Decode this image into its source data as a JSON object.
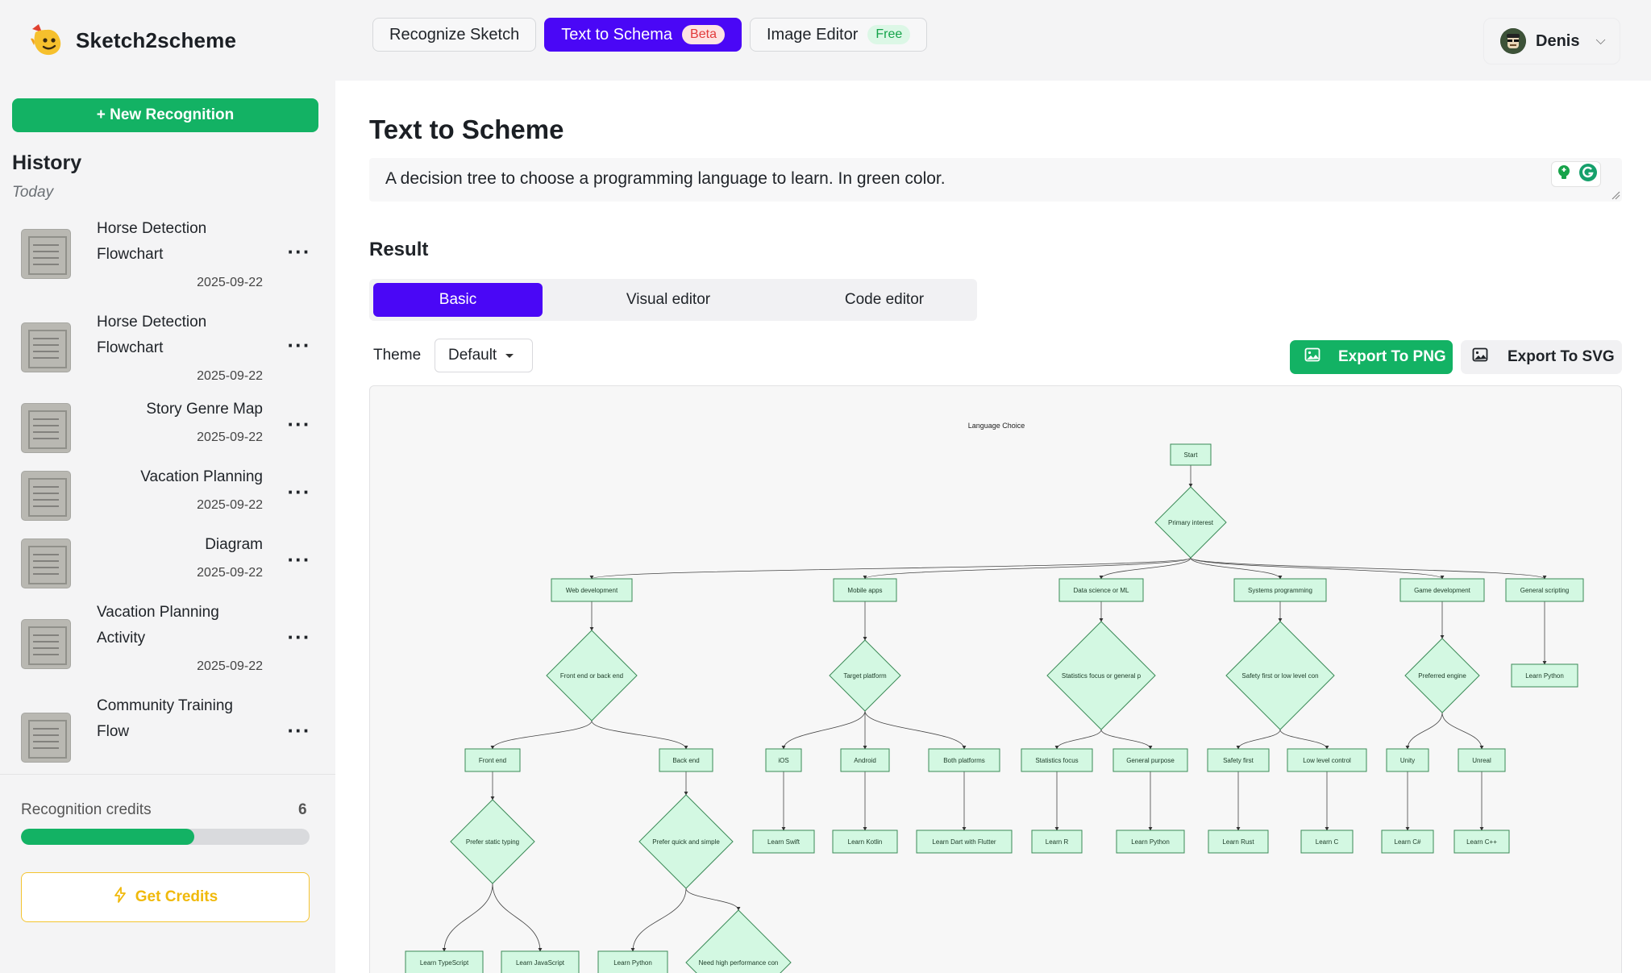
{
  "brand": {
    "name": "Sketch2scheme"
  },
  "nav": {
    "recognize": "Recognize Sketch",
    "text_to_schema": "Text to Schema",
    "beta": "Beta",
    "image_editor": "Image Editor",
    "free": "Free"
  },
  "user": {
    "name": "Denis"
  },
  "sidebar": {
    "new_button": "+ New Recognition",
    "history_title": "History",
    "day_label": "Today",
    "items": [
      {
        "title": "Horse Detection Flowchart",
        "date": "2025-09-22"
      },
      {
        "title": "Horse Detection Flowchart",
        "date": "2025-09-22"
      },
      {
        "title": "Story Genre Map",
        "date": "2025-09-22"
      },
      {
        "title": "Vacation Planning",
        "date": "2025-09-22"
      },
      {
        "title": "Diagram",
        "date": "2025-09-22"
      },
      {
        "title": "Vacation Planning Activity",
        "date": "2025-09-22"
      },
      {
        "title": "Community Training Flow",
        "date": ""
      }
    ],
    "credits_label": "Recognition credits",
    "credits_count": "6",
    "credits_fraction": 0.6,
    "get_credits": "Get Credits"
  },
  "main": {
    "title": "Text to Scheme",
    "prompt": "A decision tree to choose a programming language to learn. In green color.",
    "result_title": "Result",
    "tabs": [
      "Basic",
      "Visual editor",
      "Code editor"
    ],
    "theme_label": "Theme",
    "theme_value": "Default",
    "export_png": "Export To PNG",
    "export_svg": "Export To SVG"
  },
  "diagram": {
    "title": "Language Choice",
    "fill": "#d3f8e2",
    "stroke": "#3b8a57",
    "nodes": [
      {
        "id": "start",
        "label": "Start",
        "shape": "rect"
      },
      {
        "id": "interest",
        "label": "Primary interest",
        "shape": "diamond"
      },
      {
        "id": "web",
        "label": "Web development",
        "shape": "rect"
      },
      {
        "id": "mobile",
        "label": "Mobile apps",
        "shape": "rect"
      },
      {
        "id": "ds",
        "label": "Data science or ML",
        "shape": "rect"
      },
      {
        "id": "sys",
        "label": "Systems programming",
        "shape": "rect"
      },
      {
        "id": "game",
        "label": "Game development",
        "shape": "rect"
      },
      {
        "id": "script",
        "label": "General scripting",
        "shape": "rect"
      },
      {
        "id": "feback",
        "label": "Front end or back end",
        "shape": "diamond"
      },
      {
        "id": "target",
        "label": "Target platform",
        "shape": "diamond"
      },
      {
        "id": "statgen",
        "label": "Statistics focus or general p",
        "shape": "diamond"
      },
      {
        "id": "safety",
        "label": "Safety first or low level con",
        "shape": "diamond"
      },
      {
        "id": "engine",
        "label": "Preferred engine",
        "shape": "diamond"
      },
      {
        "id": "lpy1",
        "label": "Learn Python",
        "shape": "rect"
      },
      {
        "id": "frontend",
        "label": "Front end",
        "shape": "rect"
      },
      {
        "id": "backend",
        "label": "Back end",
        "shape": "rect"
      },
      {
        "id": "ios",
        "label": "iOS",
        "shape": "rect"
      },
      {
        "id": "android",
        "label": "Android",
        "shape": "rect"
      },
      {
        "id": "both",
        "label": "Both platforms",
        "shape": "rect"
      },
      {
        "id": "statf",
        "label": "Statistics focus",
        "shape": "rect"
      },
      {
        "id": "genp",
        "label": "General purpose",
        "shape": "rect"
      },
      {
        "id": "safef",
        "label": "Safety first",
        "shape": "rect"
      },
      {
        "id": "lowl",
        "label": "Low level control",
        "shape": "rect"
      },
      {
        "id": "unity",
        "label": "Unity",
        "shape": "rect"
      },
      {
        "id": "unreal",
        "label": "Unreal",
        "shape": "rect"
      },
      {
        "id": "static",
        "label": "Prefer static typing",
        "shape": "diamond"
      },
      {
        "id": "quick",
        "label": "Prefer quick and simple",
        "shape": "diamond"
      },
      {
        "id": "lswift",
        "label": "Learn Swift",
        "shape": "rect"
      },
      {
        "id": "lkotlin",
        "label": "Learn Kotlin",
        "shape": "rect"
      },
      {
        "id": "ldart",
        "label": "Learn Dart with Flutter",
        "shape": "rect"
      },
      {
        "id": "lr",
        "label": "Learn R",
        "shape": "rect"
      },
      {
        "id": "lpy2",
        "label": "Learn Python",
        "shape": "rect"
      },
      {
        "id": "lrust",
        "label": "Learn Rust",
        "shape": "rect"
      },
      {
        "id": "lc",
        "label": "Learn C",
        "shape": "rect"
      },
      {
        "id": "lcs",
        "label": "Learn C#",
        "shape": "rect"
      },
      {
        "id": "lcpp",
        "label": "Learn C++",
        "shape": "rect"
      },
      {
        "id": "lts",
        "label": "Learn TypeScript",
        "shape": "rect"
      },
      {
        "id": "ljs",
        "label": "Learn JavaScript",
        "shape": "rect"
      },
      {
        "id": "lpy3",
        "label": "Learn Python",
        "shape": "rect"
      },
      {
        "id": "perf",
        "label": "Need high performance con",
        "shape": "diamond"
      }
    ],
    "edges": [
      [
        "start",
        "interest"
      ],
      [
        "interest",
        "web"
      ],
      [
        "interest",
        "mobile"
      ],
      [
        "interest",
        "ds"
      ],
      [
        "interest",
        "sys"
      ],
      [
        "interest",
        "game"
      ],
      [
        "interest",
        "script"
      ],
      [
        "web",
        "feback"
      ],
      [
        "mobile",
        "target"
      ],
      [
        "ds",
        "statgen"
      ],
      [
        "sys",
        "safety"
      ],
      [
        "game",
        "engine"
      ],
      [
        "script",
        "lpy1"
      ],
      [
        "feback",
        "frontend"
      ],
      [
        "feback",
        "backend"
      ],
      [
        "target",
        "ios"
      ],
      [
        "target",
        "android"
      ],
      [
        "target",
        "both"
      ],
      [
        "statgen",
        "statf"
      ],
      [
        "statgen",
        "genp"
      ],
      [
        "safety",
        "safef"
      ],
      [
        "safety",
        "lowl"
      ],
      [
        "engine",
        "unity"
      ],
      [
        "engine",
        "unreal"
      ],
      [
        "frontend",
        "static"
      ],
      [
        "backend",
        "quick"
      ],
      [
        "ios",
        "lswift"
      ],
      [
        "android",
        "lkotlin"
      ],
      [
        "both",
        "ldart"
      ],
      [
        "statf",
        "lr"
      ],
      [
        "genp",
        "lpy2"
      ],
      [
        "safef",
        "lrust"
      ],
      [
        "lowl",
        "lc"
      ],
      [
        "unity",
        "lcs"
      ],
      [
        "unreal",
        "lcpp"
      ],
      [
        "static",
        "lts"
      ],
      [
        "static",
        "ljs"
      ],
      [
        "quick",
        "lpy3"
      ],
      [
        "quick",
        "perf"
      ]
    ]
  }
}
